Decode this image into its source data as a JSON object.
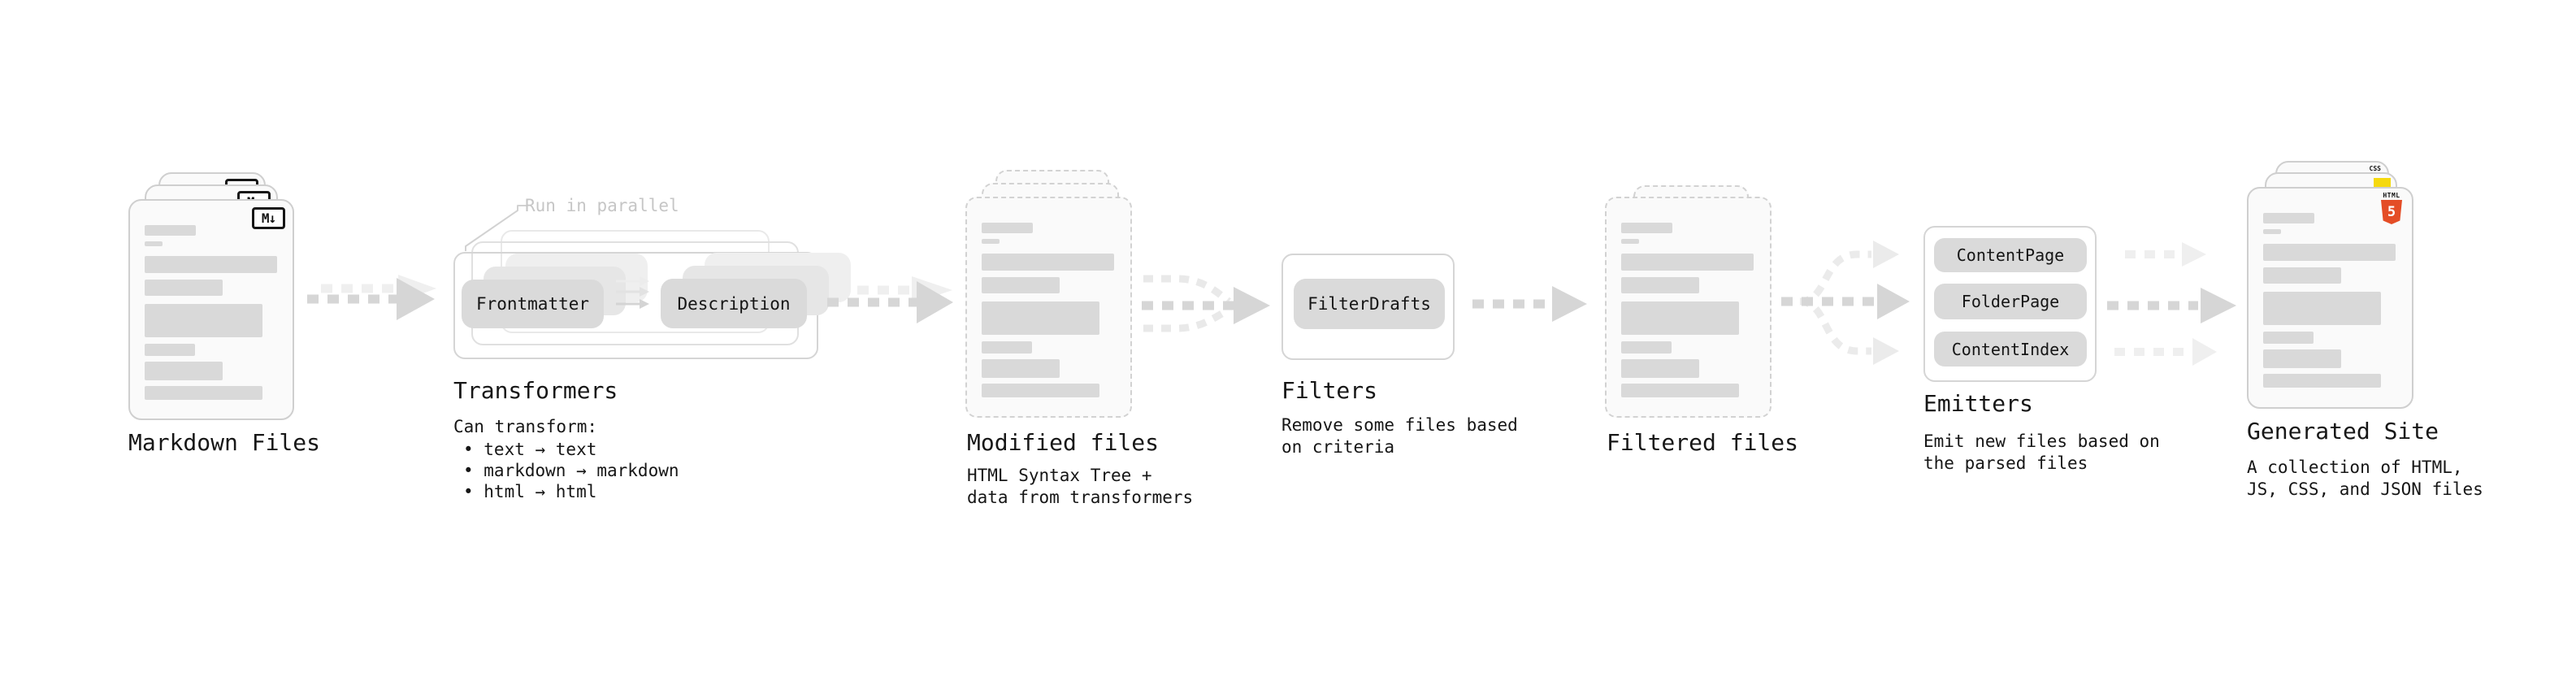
{
  "stages": {
    "markdown": {
      "label": "Markdown Files"
    },
    "transformers": {
      "label": "Transformers",
      "annotation": "Run in parallel",
      "pill_left": "Frontmatter",
      "pill_right": "Description",
      "desc_title": "Can transform:",
      "bullets": [
        "• text → text",
        "• markdown → markdown",
        "• html → html"
      ]
    },
    "modified": {
      "label": "Modified files",
      "desc": "HTML Syntax Tree +\ndata from transformers"
    },
    "filters": {
      "label": "Filters",
      "pill": "FilterDrafts",
      "desc": "Remove some files based\non criteria"
    },
    "filtered": {
      "label": "Filtered files"
    },
    "emitters": {
      "label": "Emitters",
      "pills": [
        "ContentPage",
        "FolderPage",
        "ContentIndex"
      ],
      "desc": "Emit new files based on\nthe parsed files"
    },
    "generated": {
      "label": "Generated Site",
      "desc": "A collection of HTML,\nJS, CSS, and JSON files"
    }
  },
  "icons": {
    "markdown_badge": "M↓",
    "html5_word": "HTML",
    "html5_numeral": "5",
    "css_word": "CSS"
  },
  "colors": {
    "background": "#ffffff",
    "text": "#1b1b1b",
    "annotation_gray": "#c6c6c6",
    "bar_gray": "#d9d9d9",
    "pill_gray": "#dadada",
    "border_gray": "#cfcfcf",
    "arrow_gray": "#d6d6d6",
    "arrow_ghost": "#efefef",
    "html5_orange": "#e44d26",
    "js_yellow": "#f5d90e",
    "css_blue": "#2c6de4"
  }
}
